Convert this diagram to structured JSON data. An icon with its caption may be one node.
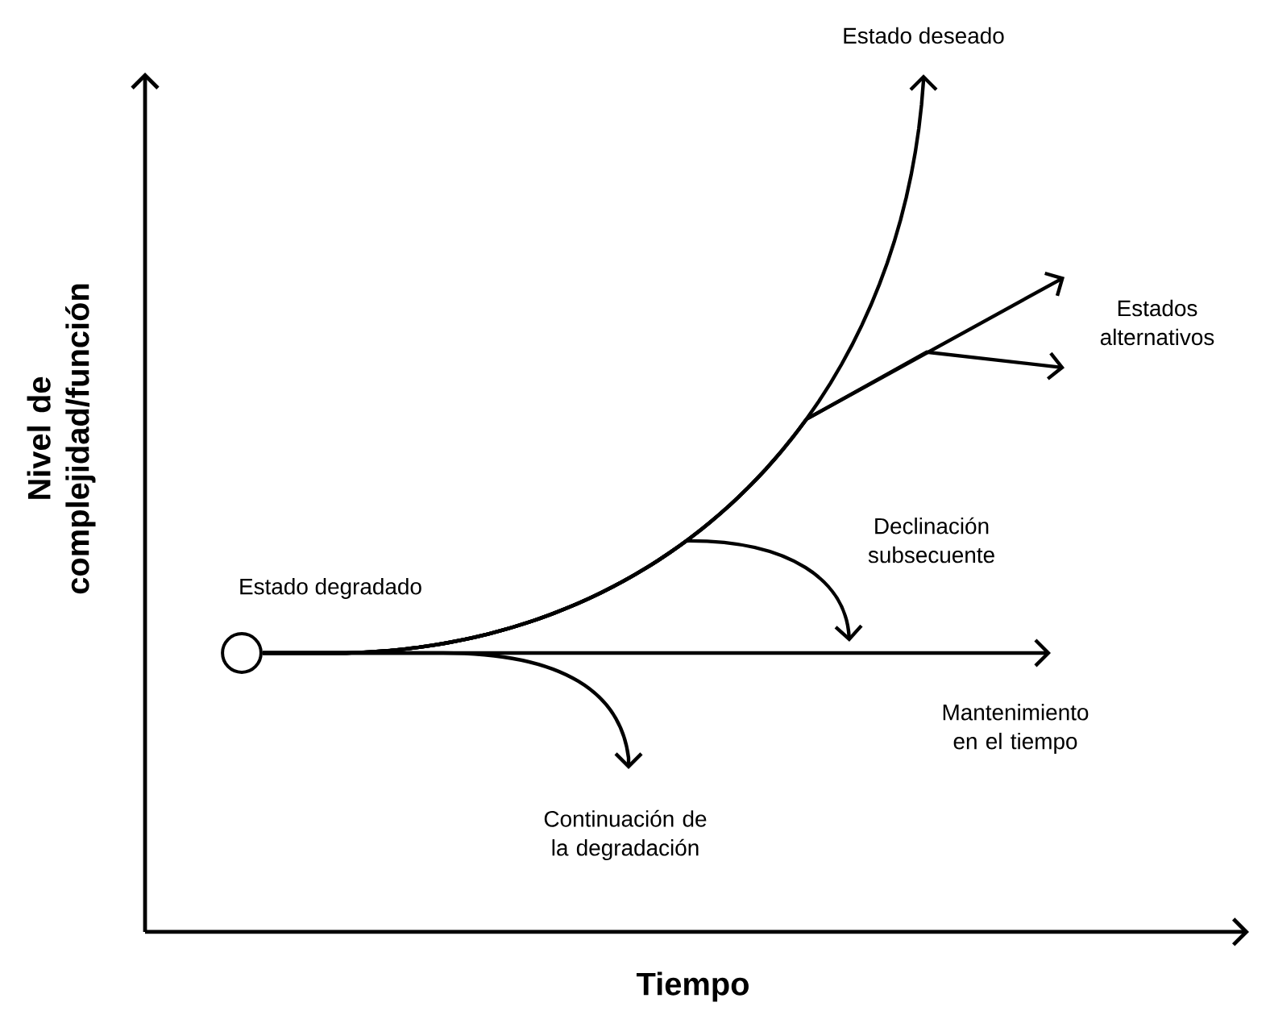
{
  "diagram": {
    "nodes": [
      {
        "text": [],
        "shape": "circle",
        "beside": [
          "Estado degradado"
        ]
      },
      {
        "text": [
          "Estado deseado"
        ]
      },
      {
        "text": [
          "Estados alternativos"
        ]
      },
      {
        "text": [
          "Mantenimiento en el tiempo"
        ]
      },
      {
        "text": [
          "Continuación de la degradación"
        ]
      }
    ],
    "edges": [
      {
        "from": 0,
        "to": 1,
        "arrow": "to"
      },
      {
        "from": 0,
        "to": 2,
        "arrow": "to"
      },
      {
        "from": 0,
        "to": 2,
        "arrow": "to"
      },
      {
        "from": 0,
        "to": null,
        "arrow": "to"
      },
      {
        "from": 0,
        "to": 3,
        "arrow": "to"
      },
      {
        "from": 0,
        "to": 4,
        "arrow": "to"
      }
    ],
    "labels": [
      "Declinación subsecuente",
      "Nivel de complejidad/función",
      "Tiempo"
    ]
  }
}
